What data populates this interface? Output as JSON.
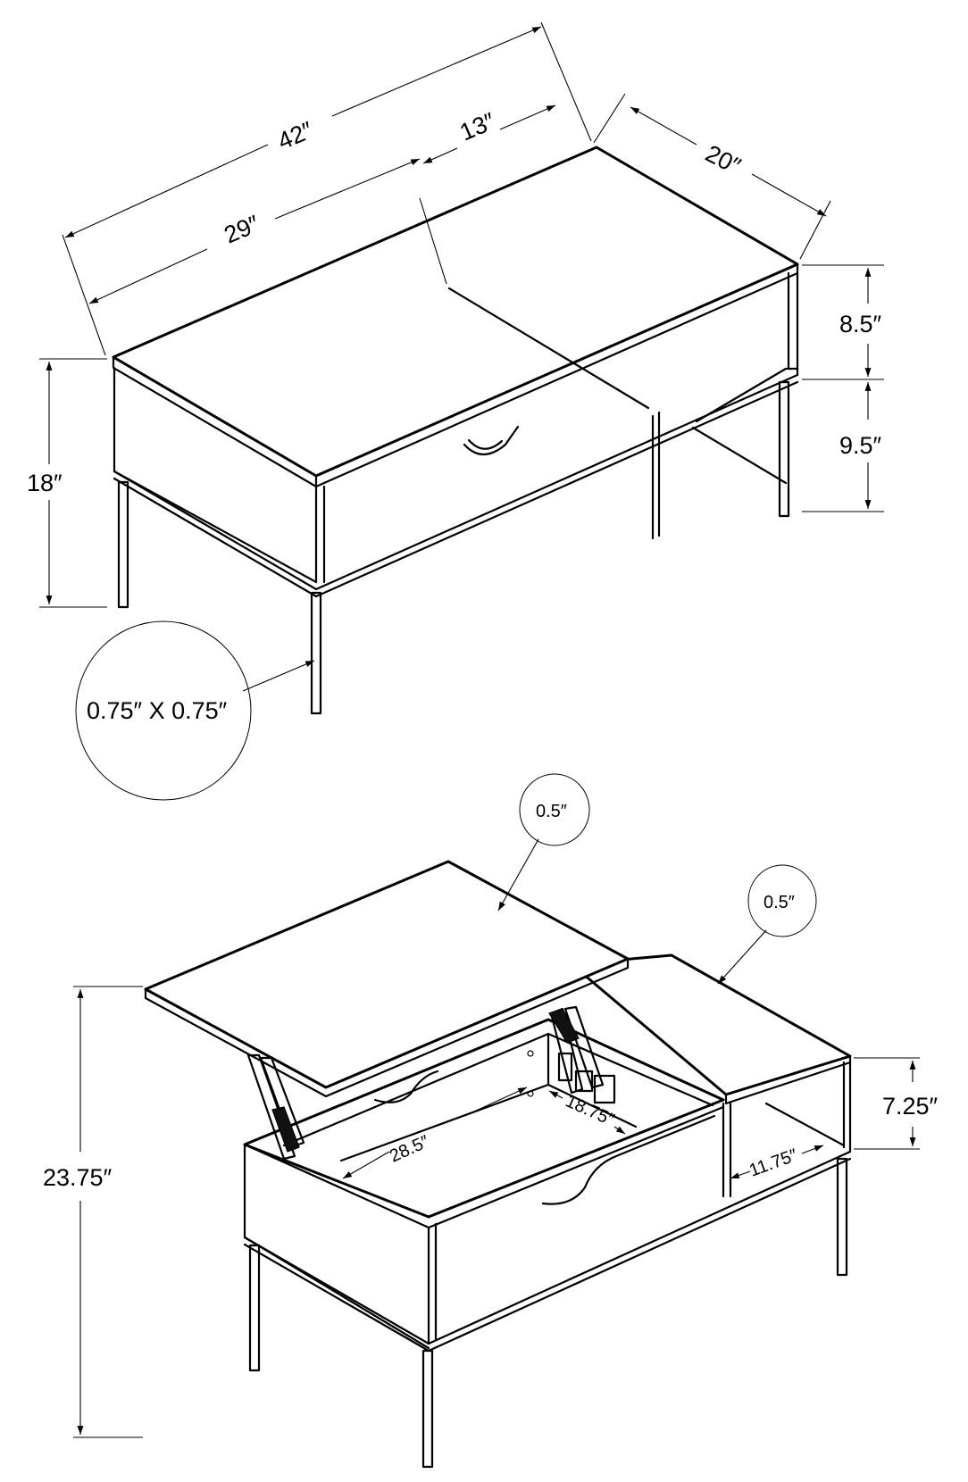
{
  "diagram": {
    "title": "Lift-top coffee table dimension drawing",
    "views": [
      {
        "id": "closed",
        "description": "Table with top closed, isometric view",
        "dimensions": {
          "overall_length": "42″",
          "lift_top_length": "29″",
          "fixed_top_length": "13″",
          "depth": "20″",
          "height": "18″",
          "upper_opening_height": "8.5″",
          "lower_clearance": "9.5″",
          "leg_section": "0.75″ X 0.75″"
        }
      },
      {
        "id": "open",
        "description": "Table with lift top raised, isometric view",
        "dimensions": {
          "raised_height": "23.75″",
          "lift_top_thickness": "0.5″",
          "fixed_top_thickness": "0.5″",
          "storage_length": "28.5″",
          "storage_depth": "18.75″",
          "shelf_opening_height": "7.25″",
          "shelf_depth": "11.75″"
        }
      }
    ]
  }
}
